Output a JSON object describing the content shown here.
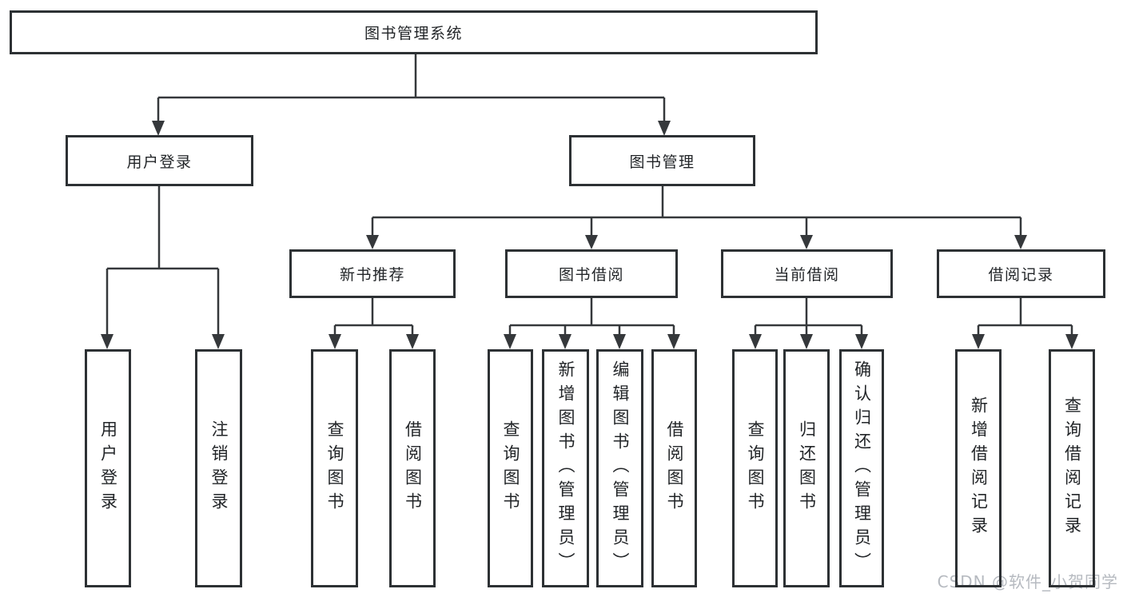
{
  "diagram": {
    "title": "图书管理系统",
    "root": {
      "label": "图书管理系统"
    },
    "level2": [
      {
        "label": "用户登录"
      },
      {
        "label": "图书管理"
      }
    ],
    "level3": [
      {
        "label": "新书推荐"
      },
      {
        "label": "图书借阅"
      },
      {
        "label": "当前借阅"
      },
      {
        "label": "借阅记录"
      }
    ],
    "leaves": {
      "user_login": [
        "用户登录",
        "注销登录"
      ],
      "new_books": [
        "查询图书",
        "借阅图书"
      ],
      "book_borrow": [
        "查询图书",
        "新增图书（管理员）",
        "编辑图书（管理员）",
        "借阅图书"
      ],
      "current_borrow": [
        "查询图书",
        "归还图书",
        "确认归还（管理员）"
      ],
      "borrow_records": [
        "新增借阅记录",
        "查询借阅记录"
      ]
    }
  },
  "watermark": "CSDN @软件_小贺同学",
  "colors": {
    "background": "#ffffff",
    "line": "#35383b",
    "box_border": "#2d3134",
    "text": "#222528",
    "watermark": "#b6bac0"
  }
}
